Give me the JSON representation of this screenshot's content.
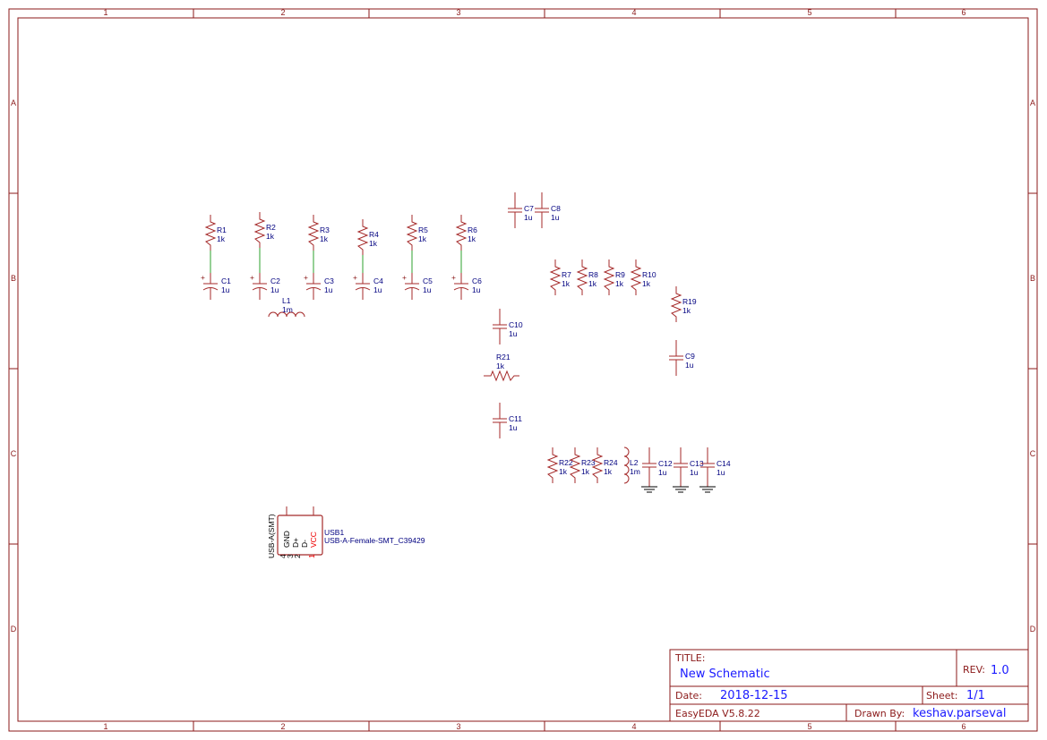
{
  "frame": {
    "columns": [
      "1",
      "2",
      "3",
      "4",
      "5",
      "6"
    ],
    "rows": [
      "A",
      "B",
      "C",
      "D"
    ]
  },
  "components": [
    {
      "ref": "R1",
      "value": "1k",
      "kind": "resistor"
    },
    {
      "ref": "R2",
      "value": "1k",
      "kind": "resistor"
    },
    {
      "ref": "R3",
      "value": "1k",
      "kind": "resistor"
    },
    {
      "ref": "R4",
      "value": "1k",
      "kind": "resistor"
    },
    {
      "ref": "R5",
      "value": "1k",
      "kind": "resistor"
    },
    {
      "ref": "R6",
      "value": "1k",
      "kind": "resistor"
    },
    {
      "ref": "C1",
      "value": "1u",
      "kind": "polarized-capacitor"
    },
    {
      "ref": "C2",
      "value": "1u",
      "kind": "polarized-capacitor"
    },
    {
      "ref": "C3",
      "value": "1u",
      "kind": "polarized-capacitor"
    },
    {
      "ref": "C4",
      "value": "1u",
      "kind": "polarized-capacitor"
    },
    {
      "ref": "C5",
      "value": "1u",
      "kind": "polarized-capacitor"
    },
    {
      "ref": "C6",
      "value": "1u",
      "kind": "polarized-capacitor"
    },
    {
      "ref": "L1",
      "value": "1m",
      "kind": "inductor"
    },
    {
      "ref": "C7",
      "value": "1u",
      "kind": "capacitor"
    },
    {
      "ref": "C8",
      "value": "1u",
      "kind": "capacitor"
    },
    {
      "ref": "R7",
      "value": "1k",
      "kind": "resistor"
    },
    {
      "ref": "R8",
      "value": "1k",
      "kind": "resistor"
    },
    {
      "ref": "R9",
      "value": "1k",
      "kind": "resistor"
    },
    {
      "ref": "R10",
      "value": "1k",
      "kind": "resistor"
    },
    {
      "ref": "R19",
      "value": "1k",
      "kind": "resistor"
    },
    {
      "ref": "C10",
      "value": "1u",
      "kind": "capacitor"
    },
    {
      "ref": "C9",
      "value": "1u",
      "kind": "capacitor"
    },
    {
      "ref": "R21",
      "value": "1k",
      "kind": "resistor"
    },
    {
      "ref": "C11",
      "value": "1u",
      "kind": "capacitor"
    },
    {
      "ref": "R22",
      "value": "1k",
      "kind": "resistor"
    },
    {
      "ref": "R23",
      "value": "1k",
      "kind": "resistor"
    },
    {
      "ref": "R24",
      "value": "1k",
      "kind": "resistor"
    },
    {
      "ref": "L2",
      "value": "1m",
      "kind": "inductor"
    },
    {
      "ref": "C12",
      "value": "1u",
      "kind": "capacitor"
    },
    {
      "ref": "C13",
      "value": "1u",
      "kind": "capacitor"
    },
    {
      "ref": "C14",
      "value": "1u",
      "kind": "capacitor"
    }
  ],
  "usb": {
    "ref": "USB1",
    "value": "USB-A-Female-SMT_C39429",
    "package": "USB-A(SMT)",
    "pins": [
      {
        "name": "GND",
        "num": "4"
      },
      {
        "name": "D+",
        "num": "3"
      },
      {
        "name": "D-",
        "num": "2"
      },
      {
        "name": "VCC",
        "num": "1"
      }
    ]
  },
  "title_block": {
    "title_label": "TITLE:",
    "title": "New Schematic",
    "rev_label": "REV:",
    "rev": "1.0",
    "date_label": "Date:",
    "date": "2018-12-15",
    "sheet_label": "Sheet:",
    "sheet": "1/1",
    "software": "EasyEDA V5.8.22",
    "drawn_by_label": "Drawn By:",
    "drawn_by": "keshav.parseval"
  }
}
